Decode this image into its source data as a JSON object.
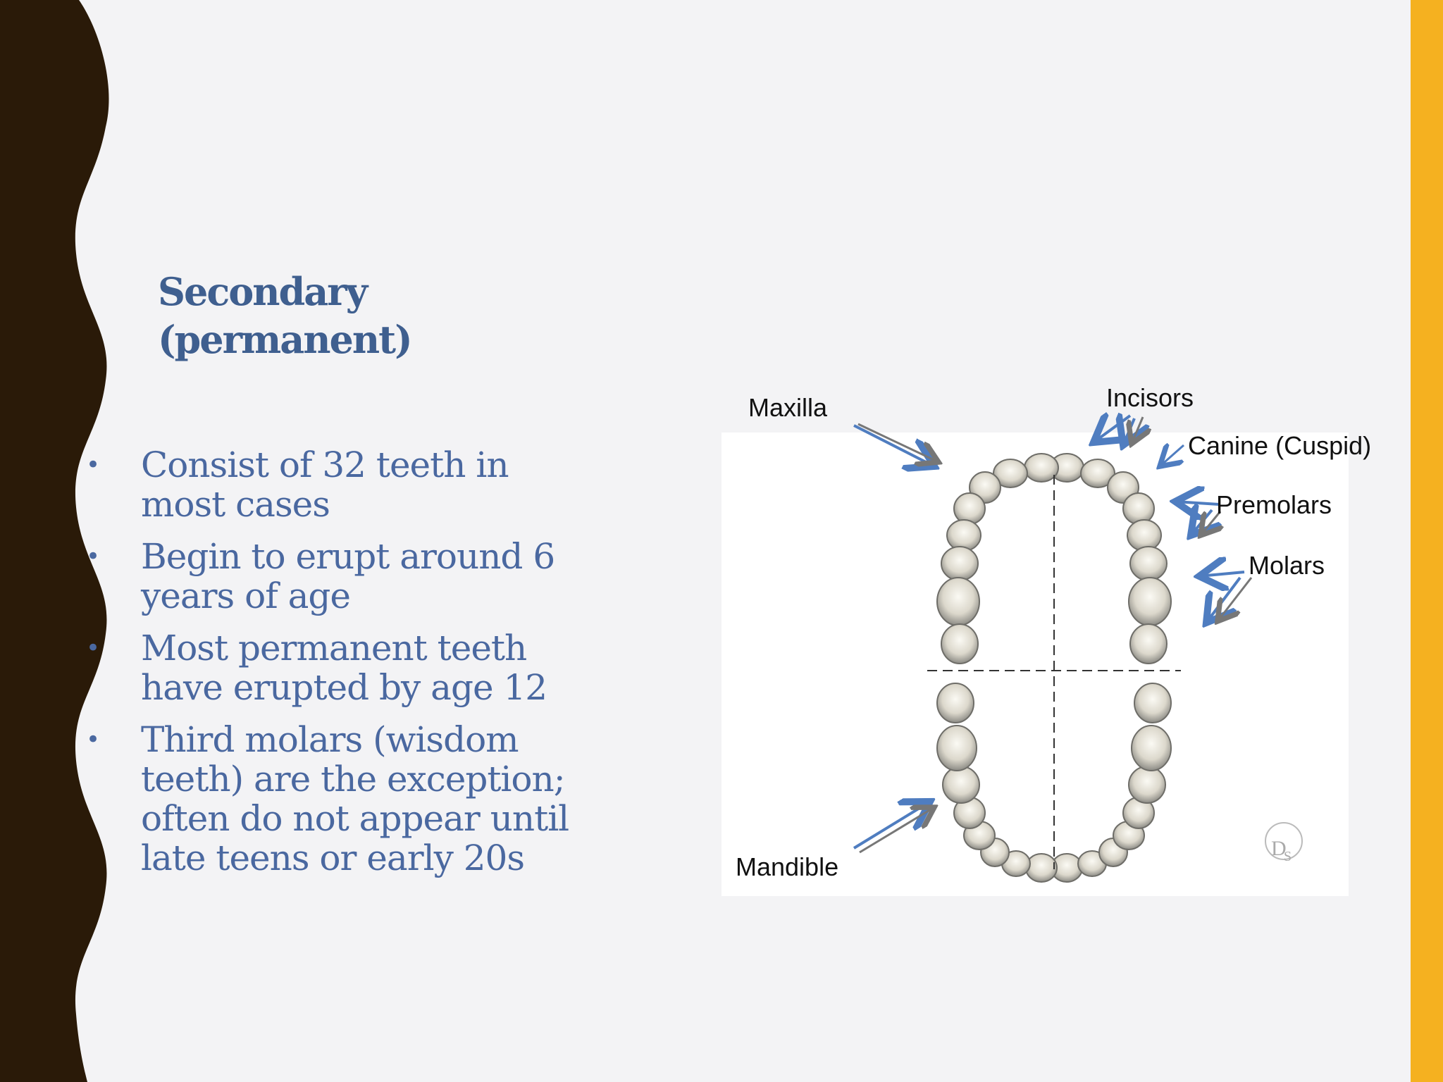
{
  "slide": {
    "title_line1": "Secondary",
    "title_line2": "(permanent)",
    "bullets": [
      "Consist of 32 teeth in most  cases",
      "Begin to erupt around 6 years  of age",
      "Most permanent teeth have  erupted by age 12",
      "Third molars (wisdom teeth)  are the exception; often do not  appear until late teens or  early 20s"
    ],
    "bullet_glyph": "•"
  },
  "diagram": {
    "labels": {
      "maxilla": "Maxilla",
      "incisors": "Incisors",
      "canine": "Canine (Cuspid)",
      "premolars": "Premolars",
      "molars": "Molars",
      "mandible": "Mandible"
    },
    "teeth_per_arch": 16
  },
  "colors": {
    "left_band": "#2a1a08",
    "right_bar": "#f5b120",
    "text_blue": "#4a68a0",
    "arrow_blue": "#4f7dc0",
    "arrow_gray": "#777777"
  }
}
